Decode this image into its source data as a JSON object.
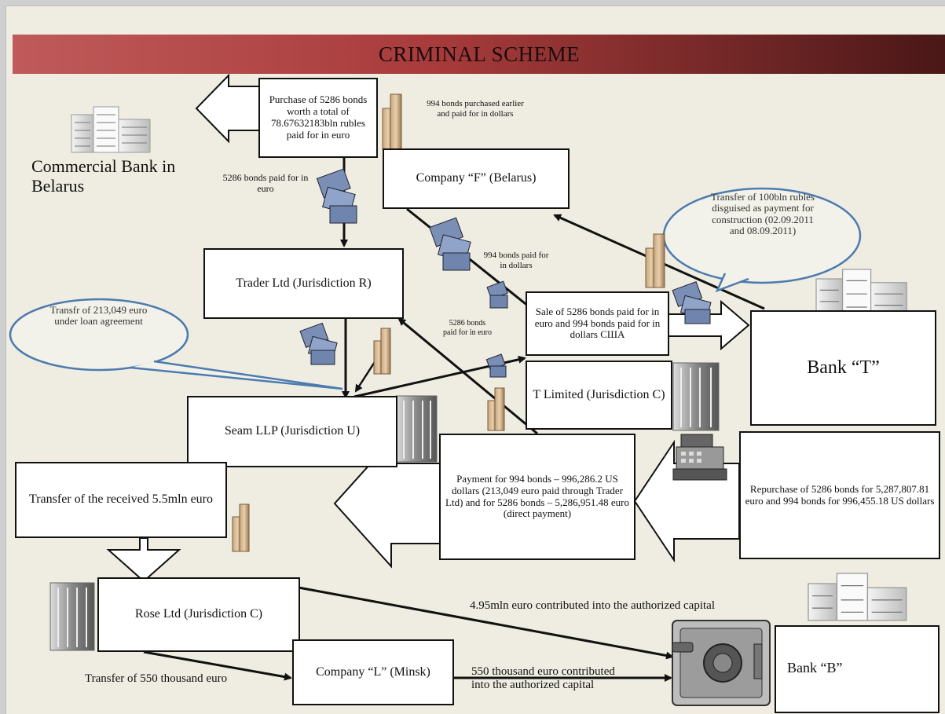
{
  "title": "CRIMINAL SCHEME",
  "boxes": {
    "purchase": "Purchase of 5286 bonds worth a total of 78.67632183bln rubles paid for in euro",
    "company_f": "Company “F” (Belarus)",
    "trader": "Trader Ltd (Jurisdiction R)",
    "sale": "Sale of 5286 bonds paid for in euro and 994 bonds paid for in dollars США",
    "t_limited": "T Limited (Jurisdiction C)",
    "bank_t": "Bank “T”",
    "seam": "Seam LLP (Jurisdiction U)",
    "payment": "Payment for 994 bonds – 996,286.2 US dollars (213,049 euro paid through Trader Ltd) and for 5286 bonds – 5,286,951.48 euro (direct payment)",
    "repurchase": "Repurchase of 5286 bonds for 5,287,807.81 euro and 994 bonds for 996,455.18 US dollars",
    "transfer_received": "Transfer of the received 5.5mln euro",
    "rose": "Rose Ltd (Jurisdiction C)",
    "company_l": "Company “L” (Minsk)",
    "bank_b": "Bank “B”"
  },
  "labels": {
    "commercial_bank": "Commercial Bank in Belarus",
    "bonds_994_earlier": "994 bonds purchased earlier and paid for in dollars",
    "bonds_5286_euro": "5286 bonds paid for in euro",
    "bonds_994_dollars": "994 bonds paid for in dollars",
    "bonds_5286_euro_small": "5286 bonds paid for in euro",
    "contributed_495": "4.95mln euro contributed into the authorized capital",
    "transfer_550": "Transfer of 550 thousand euro",
    "contributed_550": "550 thousand euro contributed into the authorized capital"
  },
  "bubbles": {
    "loan": "Transfr of 213,049 euro under loan agreement",
    "construction": "Transfer of 100bln rubles disguised as payment for construction (02.09.2011 and 08.09.2011)"
  },
  "icons": [
    "building-icon",
    "coin-stack-icon",
    "banknotes-icon",
    "skyscraper-icon",
    "cash-register-icon",
    "safe-icon"
  ]
}
